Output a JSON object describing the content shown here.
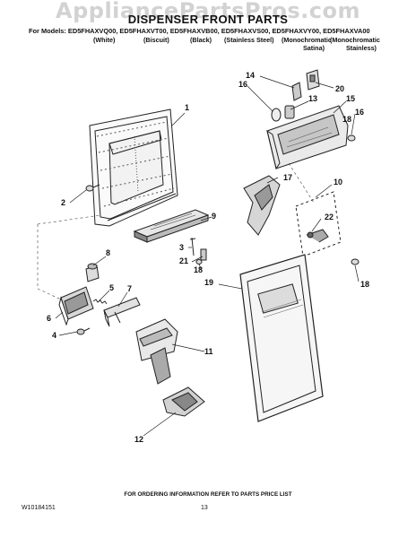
{
  "watermark": "AppliancePartsPros.com",
  "header": {
    "title": "DISPENSER FRONT PARTS",
    "models_line": "For Models: ED5FHAXVQ00, ED5FHAXVT00, ED5FHAXVB00, ED5FHAXVS00, ED5FHAXVY00, ED5FHAXVA00",
    "variants": [
      "(White)",
      "(Biscuit)",
      "(Black)",
      "(Stainless Steel)",
      "(Monochromatic",
      "(Monochromatic",
      "Satina)",
      "Stainless)"
    ]
  },
  "callouts": [
    "1",
    "2",
    "3",
    "4",
    "5",
    "6",
    "7",
    "8",
    "9",
    "10",
    "11",
    "12",
    "13",
    "14",
    "15",
    "16",
    "16",
    "17",
    "18",
    "18",
    "18",
    "19",
    "20",
    "21",
    "22"
  ],
  "footer": {
    "info": "FOR ORDERING INFORMATION REFER TO PARTS PRICE LIST",
    "doc_number": "W10184151",
    "page_number": "13"
  }
}
